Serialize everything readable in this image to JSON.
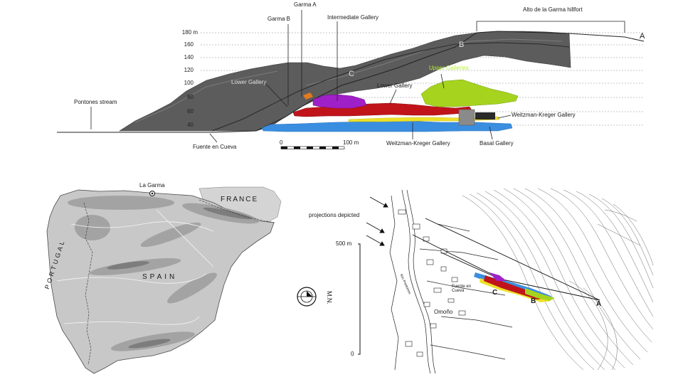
{
  "profile": {
    "elevation_ticks": [
      "180 m",
      "160",
      "140",
      "120",
      "100",
      "80",
      "60",
      "40"
    ],
    "labels": {
      "garma_a": "Garma A",
      "garma_b": "Garma B",
      "intermediate_gallery": "Intermediate Gallery",
      "alto_hillfort": "Alto de la Garma hillfort",
      "section_a": "A",
      "section_b": "B",
      "section_c": "C",
      "upper_galleries": "Upper Galleries",
      "lower_gallery_left": "Lower Gallery",
      "lower_gallery_mid": "Lower Gallery",
      "weitzman_kreger_right": "Weitzman-Kreger Gallery",
      "weitzman_kreger_bottom": "Weitzman-Kreger Gallery",
      "basal_gallery": "Basal Gallery",
      "pontones_stream": "Pontones stream",
      "fuente_en_cueva": "Fuente en Cueva"
    },
    "scale": {
      "start": "0",
      "end": "100 m"
    },
    "colors": {
      "hill": "#5c5c5c",
      "upper_galleries": "#a6d41e",
      "lower_gallery": "#c0141a",
      "intermediate_gallery": "#a020c8",
      "weitzman_kreger": "#ece12a",
      "basal_gallery": "#3a8ee0",
      "garma_a_entrance": "#e07a1e"
    }
  },
  "iberia_map": {
    "la_garma": "La Garma",
    "france": "FRANCE",
    "spain": "SPAIN",
    "portugal": "PORTUGAL"
  },
  "north_arrow": {
    "label": "M.N.",
    "icon": "north-arrow-icon"
  },
  "site_plan": {
    "projections_depicted": "projections depicted",
    "scale_top": "500 m",
    "scale_bottom": "0",
    "fuente_en_cueva": "Fuente en Cueva",
    "omono": "Omoño",
    "river": "Río Pontones",
    "section_a": "A",
    "section_b": "B",
    "section_c": "C"
  }
}
